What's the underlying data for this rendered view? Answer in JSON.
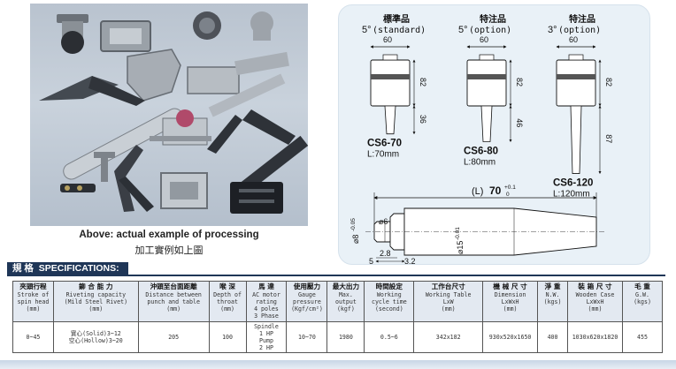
{
  "captions": {
    "above_en": "Above: actual example of processing",
    "above_cn": "加工實例如上圖"
  },
  "diagram": {
    "models": [
      {
        "cn": "標準品",
        "en": "(standard)",
        "angle": "5°",
        "name": "CS6-70",
        "length": "L:70mm",
        "top_width": "60",
        "body_height": "82",
        "tip_height": "36"
      },
      {
        "cn": "特注品",
        "en": "(option)",
        "angle": "5°",
        "name": "CS6-80",
        "length": "L:80mm",
        "top_width": "60",
        "body_height": "82",
        "tip_height": "46"
      },
      {
        "cn": "特注品",
        "en": "(option)",
        "angle": "3°",
        "name": "CS6-120",
        "length": "L:120mm",
        "top_width": "60",
        "body_height": "82",
        "tip_height": "87"
      }
    ],
    "rivet": {
      "length_label": "(L)",
      "length_value": "70",
      "tol_plus": "+0.1",
      "tol_minus": "0",
      "dia_small": "⌀6",
      "dia_left": "⌀8",
      "dia_left_tol": "-0.05",
      "dia_right": "⌀15",
      "dia_right_tol": "-0.01",
      "dim_28": "2.8",
      "dim_5": "5",
      "dim_32": "3.2"
    }
  },
  "spec": {
    "title_cn": "規 格",
    "title_en": "SPECIFICATIONS:",
    "columns": [
      {
        "cn": "夾頭行程",
        "en": [
          "Stroke of",
          "spin head",
          "(mm)"
        ]
      },
      {
        "cn": "鉚 合 能 力",
        "en": [
          "Riveting capacity",
          "(Mild Steel Rivet)",
          "(mm)"
        ]
      },
      {
        "cn": "沖頭至台面距離",
        "en": [
          "Distance between",
          "punch and table",
          "(mm)"
        ]
      },
      {
        "cn": "喉 深",
        "en": [
          "Depth of",
          "throat",
          "(mm)"
        ]
      },
      {
        "cn": "馬 達",
        "en": [
          "AC motor",
          "rating",
          "4 poles",
          "3 Phase"
        ]
      },
      {
        "cn": "使用壓力",
        "en": [
          "Gauge",
          "pressure",
          "(Kgf/cm²)"
        ]
      },
      {
        "cn": "最大出力",
        "en": [
          "Max.",
          "output",
          "(kgf)"
        ]
      },
      {
        "cn": "時間設定",
        "en": [
          "Working",
          "cycle time",
          "(second)"
        ]
      },
      {
        "cn": "工作台尺寸",
        "en": [
          "Working Table",
          "LxW",
          "(mm)"
        ]
      },
      {
        "cn": "機 械 尺 寸",
        "en": [
          "Dimension",
          "LxWxH",
          "(mm)"
        ]
      },
      {
        "cn": "淨 重",
        "en": [
          "N.W.",
          "(kgs)"
        ]
      },
      {
        "cn": "裝 箱 尺 寸",
        "en": [
          "Wooden Case",
          "LxWxH",
          "(mm)"
        ]
      },
      {
        "cn": "毛 重",
        "en": [
          "G.W.",
          "(kgs)"
        ]
      }
    ],
    "row": [
      [
        "0~45"
      ],
      [
        "實心(Solid)3~12",
        "空心(Hollow)3~20"
      ],
      [
        "205"
      ],
      [
        "100"
      ],
      [
        "Spindle",
        "1 HP",
        "Pump",
        "2 HP"
      ],
      [
        "10~70"
      ],
      [
        "1980"
      ],
      [
        "0.5~6"
      ],
      [
        "342x182"
      ],
      [
        "930x520x1650"
      ],
      [
        "400"
      ],
      [
        "1030x620x1820"
      ],
      [
        "455"
      ]
    ]
  }
}
